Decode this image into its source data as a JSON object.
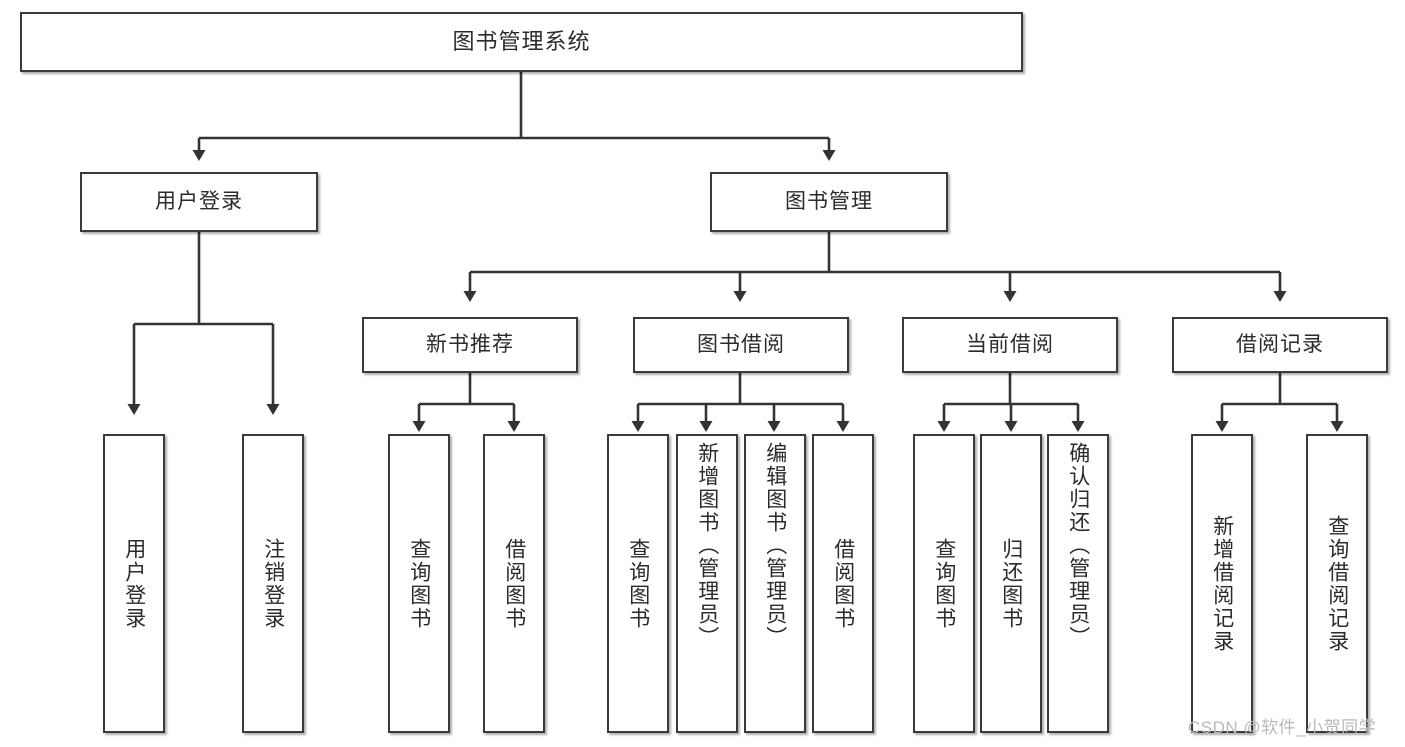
{
  "diagram": {
    "type": "tree",
    "title": "图书管理系统",
    "watermark": "CSDN @软件_小贺同学",
    "colors": {
      "box_border": "#3a3a3a",
      "box_fill": "#ffffff",
      "connector": "#333333",
      "text": "#2b2b2b",
      "watermark": "#b9b9b9"
    },
    "nodes": {
      "root": {
        "label": "图书管理系统"
      },
      "level2": [
        {
          "label": "用户登录"
        },
        {
          "label": "图书管理"
        }
      ],
      "level3": [
        {
          "label": "新书推荐"
        },
        {
          "label": "图书借阅"
        },
        {
          "label": "当前借阅"
        },
        {
          "label": "借阅记录"
        }
      ],
      "leaves": {
        "user_login": [
          {
            "label": "用户登录"
          },
          {
            "label": "注销登录"
          }
        ],
        "new_book": [
          {
            "label": "查询图书"
          },
          {
            "label": "借阅图书"
          }
        ],
        "book_borrow": [
          {
            "label": "查询图书"
          },
          {
            "label": "新增图书（管理员）"
          },
          {
            "label": "编辑图书（管理员）"
          },
          {
            "label": "借阅图书"
          }
        ],
        "current_borrow": [
          {
            "label": "查询图书"
          },
          {
            "label": "归还图书"
          },
          {
            "label": "确认归还（管理员）"
          }
        ],
        "borrow_record": [
          {
            "label": "新增借阅记录"
          },
          {
            "label": "查询借阅记录"
          }
        ]
      }
    }
  }
}
